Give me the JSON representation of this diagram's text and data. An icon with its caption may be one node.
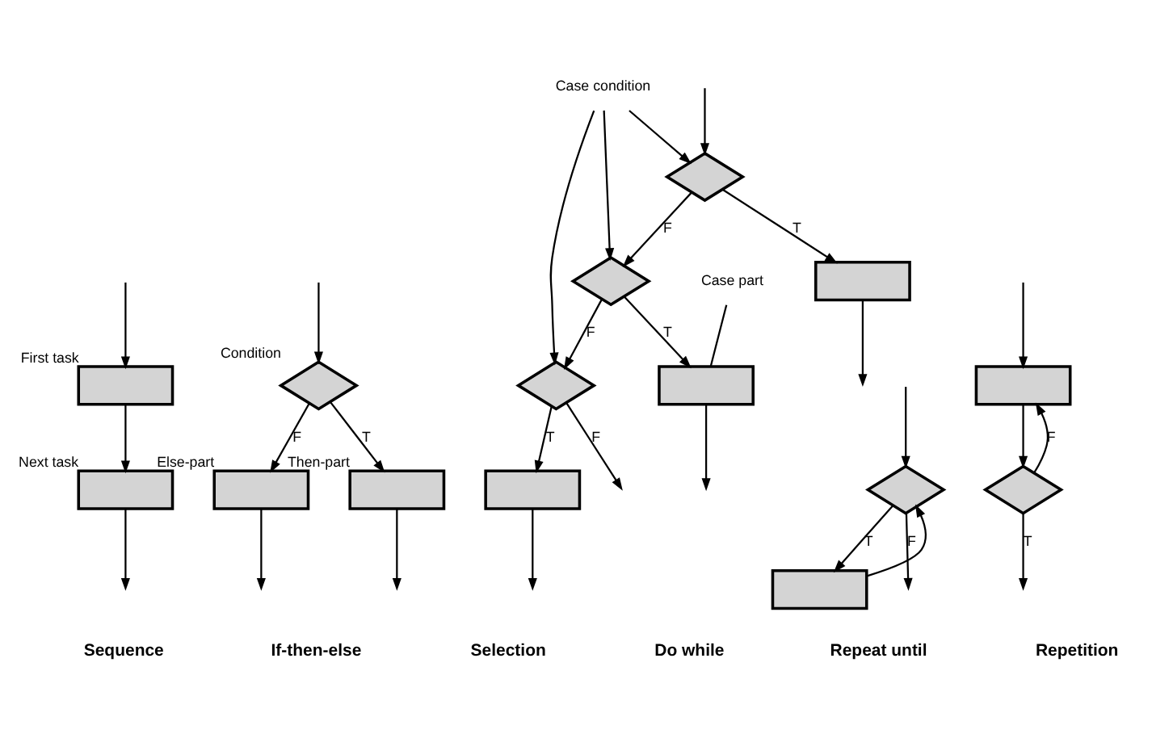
{
  "diagram": {
    "nodes": [
      {
        "text": [],
        "shape": "box",
        "beside": [
          "First task"
        ]
      },
      {
        "text": [],
        "shape": "box",
        "beside": [
          "Next task"
        ]
      },
      {
        "text": [],
        "shape": "diamond",
        "beside": [
          "Condition"
        ]
      },
      {
        "text": [],
        "shape": "box",
        "beside": [
          "Else-part"
        ]
      },
      {
        "text": [],
        "shape": "box",
        "beside": [
          "Then-part"
        ]
      },
      {
        "text": [
          "Case condition"
        ]
      },
      {
        "text": [],
        "shape": "diamond"
      },
      {
        "text": [],
        "shape": "box"
      },
      {
        "text": [],
        "shape": "diamond"
      },
      {
        "text": [],
        "shape": "box"
      },
      {
        "text": [],
        "shape": "diamond"
      },
      {
        "text": [],
        "shape": "box"
      },
      {
        "text": [
          "Case part"
        ]
      },
      {
        "text": [],
        "shape": "diamond"
      },
      {
        "text": [],
        "shape": "box"
      },
      {
        "text": [],
        "shape": "box"
      },
      {
        "text": [],
        "shape": "diamond"
      }
    ],
    "edges": [
      {
        "from": null,
        "to": 0,
        "arrow": "to"
      },
      {
        "from": 0,
        "to": 1,
        "arrow": "to"
      },
      {
        "from": 1,
        "to": null,
        "arrow": "to"
      },
      {
        "from": null,
        "to": 2,
        "arrow": "to"
      },
      {
        "from": 2,
        "to": 3,
        "label": "F",
        "arrow": "to"
      },
      {
        "from": 2,
        "to": 4,
        "label": "T",
        "arrow": "to"
      },
      {
        "from": 3,
        "to": null,
        "arrow": "to"
      },
      {
        "from": 4,
        "to": null,
        "arrow": "to"
      },
      {
        "from": 5,
        "to": 6,
        "arrow": "to"
      },
      {
        "from": 5,
        "to": 8,
        "arrow": "to"
      },
      {
        "from": 5,
        "to": 10,
        "arrow": "to"
      },
      {
        "from": null,
        "to": 6,
        "arrow": "to"
      },
      {
        "from": 6,
        "to": 7,
        "label": "T",
        "arrow": "to"
      },
      {
        "from": 6,
        "to": 8,
        "label": "F",
        "arrow": "to"
      },
      {
        "from": 8,
        "to": 9,
        "label": "T",
        "arrow": "to"
      },
      {
        "from": 8,
        "to": 10,
        "label": "F",
        "arrow": "to"
      },
      {
        "from": 10,
        "to": 11,
        "label": "T",
        "arrow": "to"
      },
      {
        "from": 10,
        "to": null,
        "label": "F",
        "arrow": "to"
      },
      {
        "from": 7,
        "to": null,
        "arrow": "to"
      },
      {
        "from": 9,
        "to": null,
        "arrow": "to"
      },
      {
        "from": 11,
        "to": null,
        "arrow": "to"
      },
      {
        "from": 12,
        "to": 9,
        "arrow": "none"
      },
      {
        "from": null,
        "to": 13,
        "arrow": "to"
      },
      {
        "from": 13,
        "to": 14,
        "label": "T",
        "arrow": "to"
      },
      {
        "from": 14,
        "to": 13,
        "arrow": "to"
      },
      {
        "from": 13,
        "to": null,
        "label": "F",
        "arrow": "to"
      },
      {
        "from": null,
        "to": 15,
        "arrow": "to"
      },
      {
        "from": 15,
        "to": 16,
        "arrow": "to"
      },
      {
        "from": 16,
        "to": 15,
        "label": "F",
        "arrow": "to"
      },
      {
        "from": 16,
        "to": null,
        "label": "T",
        "arrow": "to"
      }
    ],
    "labels": [
      "Sequence",
      "If-then-else",
      "Selection",
      "Do while",
      "Repeat until",
      "Repetition"
    ]
  }
}
